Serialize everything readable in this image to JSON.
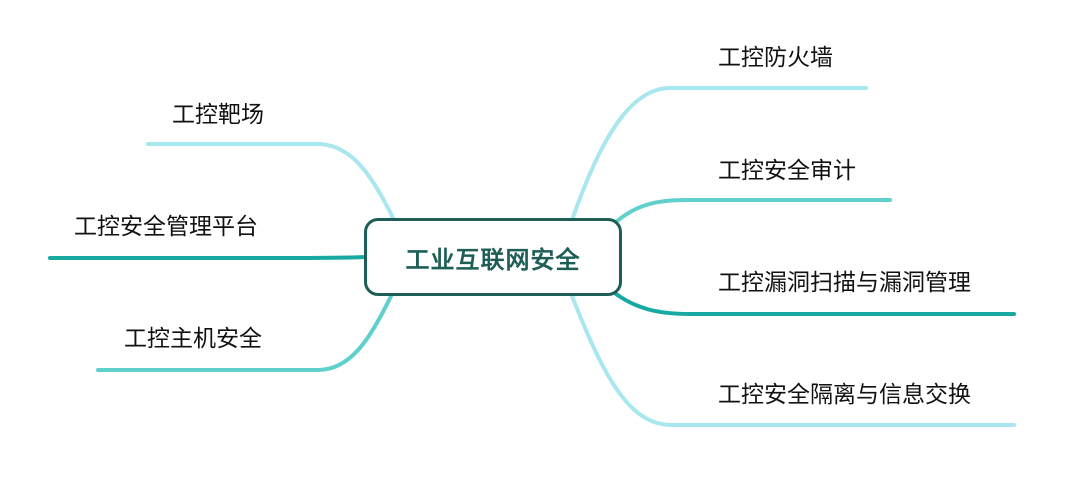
{
  "root": {
    "label": "工业互联网安全"
  },
  "branches": {
    "left": [
      {
        "label": "工控靶场",
        "color": "#a8e7ee"
      },
      {
        "label": "工控安全管理平台",
        "color": "#17a9a2"
      },
      {
        "label": "工控主机安全",
        "color": "#5fd0cb"
      }
    ],
    "right": [
      {
        "label": "工控防火墙",
        "color": "#a8e7ee"
      },
      {
        "label": "工控安全审计",
        "color": "#5fd0cb"
      },
      {
        "label": "工控漏洞扫描与漏洞管理",
        "color": "#17a9a2"
      },
      {
        "label": "工控安全隔离与信息交换",
        "color": "#a8e7ee"
      }
    ]
  },
  "colors": {
    "root_border": "#1f5e57",
    "root_text": "#1f5e57"
  }
}
